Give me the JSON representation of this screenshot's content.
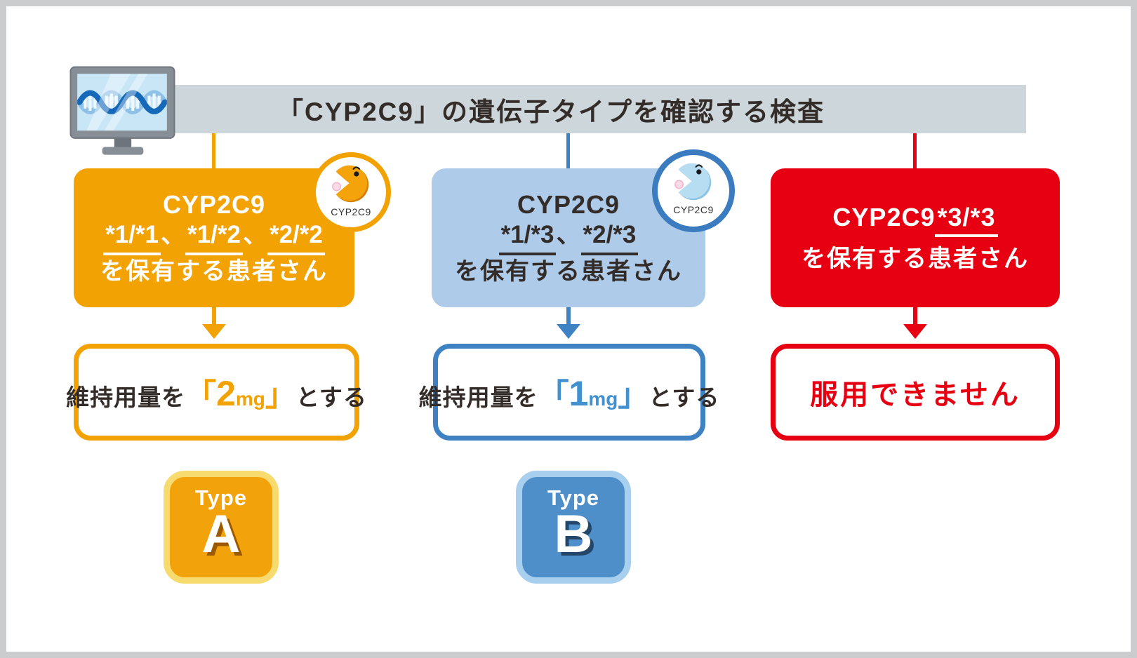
{
  "title": "「CYP2C9」の遺伝子タイプを確認する検査",
  "separator": "、",
  "header": {
    "background": "#CDD7DB"
  },
  "icons": {
    "monitor": "monitor-with-dna-icon",
    "enzyme": "cyp2c9-enzyme-pacman-icon"
  },
  "columns": [
    {
      "patient": {
        "gene": "CYP2C9",
        "alleles": [
          "*1/*1",
          "*1/*2",
          "*2/*2"
        ],
        "suffix": "を保有する患者さん"
      },
      "badge_label": "CYP2C9",
      "action": {
        "prefix": "維持用量を",
        "bracket_open": "「",
        "dose": "2",
        "unit": "mg",
        "bracket_close": "」",
        "suffix": "とする"
      },
      "type": {
        "label": "Type",
        "letter": "A"
      },
      "colors": {
        "accent": "#F2A202",
        "box_fill": "#F2A202",
        "text_on_fill": "#FFFFFF",
        "type_fill": "#F2A30B",
        "type_border": "#F8DB6E",
        "type_shadow": "#9B5A00"
      }
    },
    {
      "patient": {
        "gene": "CYP2C9",
        "alleles": [
          "*1/*3",
          "*2/*3"
        ],
        "suffix": "を保有する患者さん"
      },
      "badge_label": "CYP2C9",
      "action": {
        "prefix": "維持用量を",
        "bracket_open": "「",
        "dose": "1",
        "unit": "mg",
        "bracket_close": "」",
        "suffix": "とする"
      },
      "type": {
        "label": "Type",
        "letter": "B"
      },
      "colors": {
        "accent": "#3F82C4",
        "box_fill": "#AECBE9",
        "text_on_fill": "#332C29",
        "type_fill": "#4E8FC9",
        "type_border": "#A8CFEE",
        "type_shadow": "#244668"
      }
    },
    {
      "patient": {
        "gene": "CYP2C9",
        "alleles": [
          "*3/*3"
        ],
        "suffix": "を保有する患者さん"
      },
      "action": {
        "warning": "服用できません"
      },
      "colors": {
        "accent": "#E60012",
        "box_fill": "#E60012",
        "text_on_fill": "#FFFFFF"
      }
    }
  ]
}
